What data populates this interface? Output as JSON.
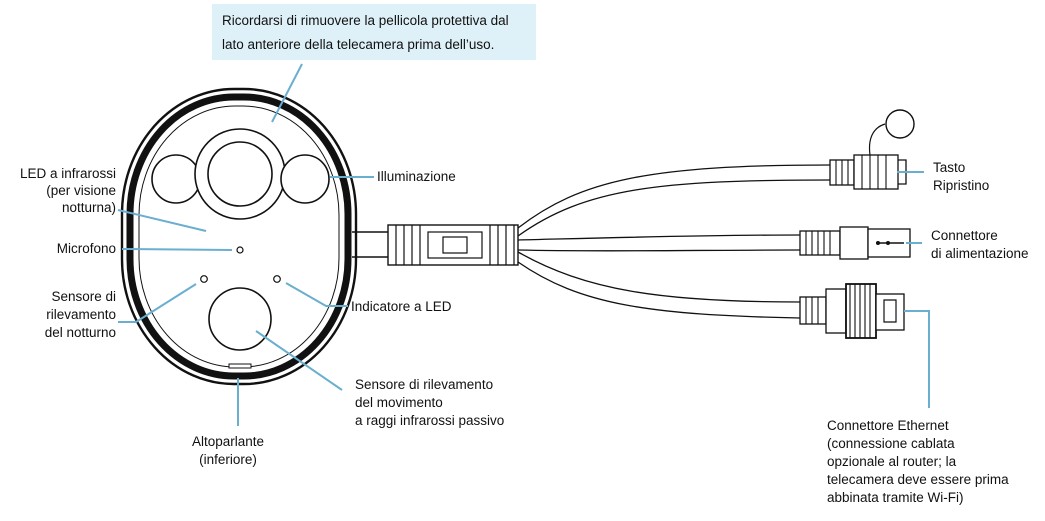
{
  "note": {
    "lines": [
      "Ricordarsi di rimuovere la pellicola protettiva dal",
      "lato anteriore della telecamera prima dell’uso."
    ]
  },
  "labels": {
    "led_ir": [
      "LED a infrarossi",
      "(per visione",
      "notturna)"
    ],
    "illuminazione": [
      "Illuminazione"
    ],
    "microfono": [
      "Microfono"
    ],
    "indicatore_led": [
      "Indicatore a LED"
    ],
    "sensore_notturno": [
      "Sensore di",
      "rilevamento",
      "del notturno"
    ],
    "sensore_movimento": [
      "Sensore di rilevamento",
      "del movimento",
      "a raggi infrarossi passivo"
    ],
    "altoparlante": [
      "Altoparlante",
      "(inferiore)"
    ],
    "tasto_ripristino": [
      "Tasto",
      "Ripristino"
    ],
    "connettore_alimentazione": [
      "Connettore",
      "di alimentazione"
    ],
    "connettore_ethernet": [
      "Connettore Ethernet",
      "(connessione cablata",
      "opzionale al router; la",
      "telecamera deve essere prima",
      "abbinata tramite Wi-Fi)"
    ]
  },
  "colors": {
    "leader": "#6aaed0",
    "note_background": "#dff1f8",
    "ink": "#111111"
  }
}
